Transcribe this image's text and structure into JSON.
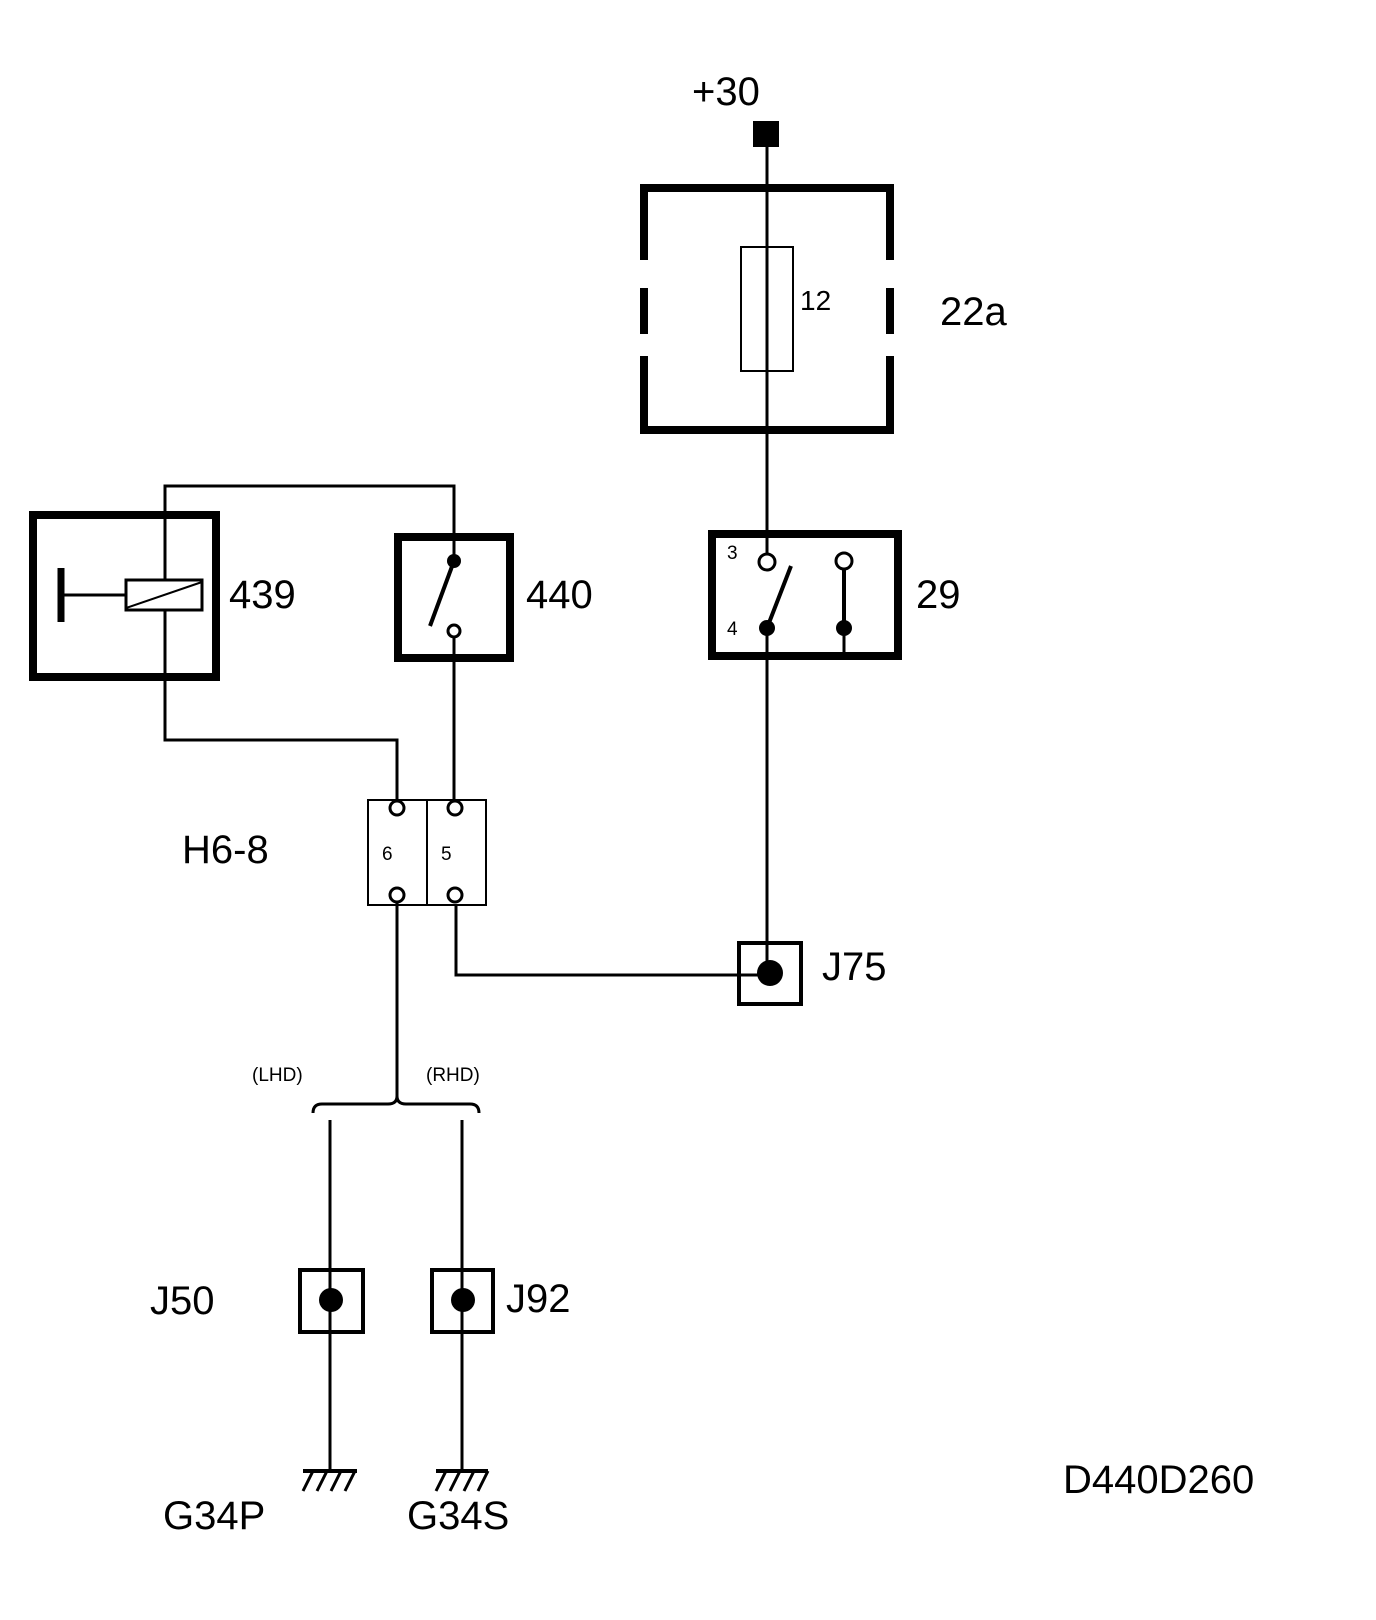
{
  "supply_label": "+30",
  "fuse_box": {
    "ref": "22a",
    "fuse_number": "12"
  },
  "switch_29": {
    "ref": "29",
    "pin_top": "3",
    "pin_bottom": "4"
  },
  "component_439": {
    "ref": "439"
  },
  "component_440": {
    "ref": "440"
  },
  "connector": {
    "ref": "H6-8",
    "pin_left": "6",
    "pin_right": "5"
  },
  "junctions": {
    "j75": "J75",
    "j50": "J50",
    "j92": "J92"
  },
  "variants": {
    "left": "(LHD)",
    "right": "(RHD)"
  },
  "grounds": {
    "left": "G34P",
    "right": "G34S"
  },
  "drawing_id": "D440D260"
}
